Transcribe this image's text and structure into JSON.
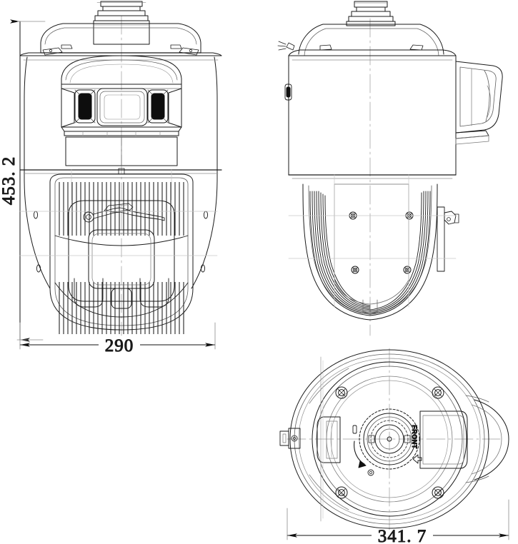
{
  "drawing": {
    "type": "orthographic-dimensional-drawing",
    "subject": "PTZ dome camera",
    "units": "mm",
    "line_color": "#1a1a1a",
    "background_color": "#ffffff",
    "thin_line_color": "#8c8c8c"
  },
  "dimensions": {
    "height": "453. 2",
    "width": "290",
    "diameter": "341. 7"
  },
  "views": {
    "front": {
      "name": "front-elevation"
    },
    "side": {
      "name": "side-elevation"
    },
    "top": {
      "name": "top-plan-view"
    }
  },
  "markings": {
    "front_label": "FRONT"
  }
}
